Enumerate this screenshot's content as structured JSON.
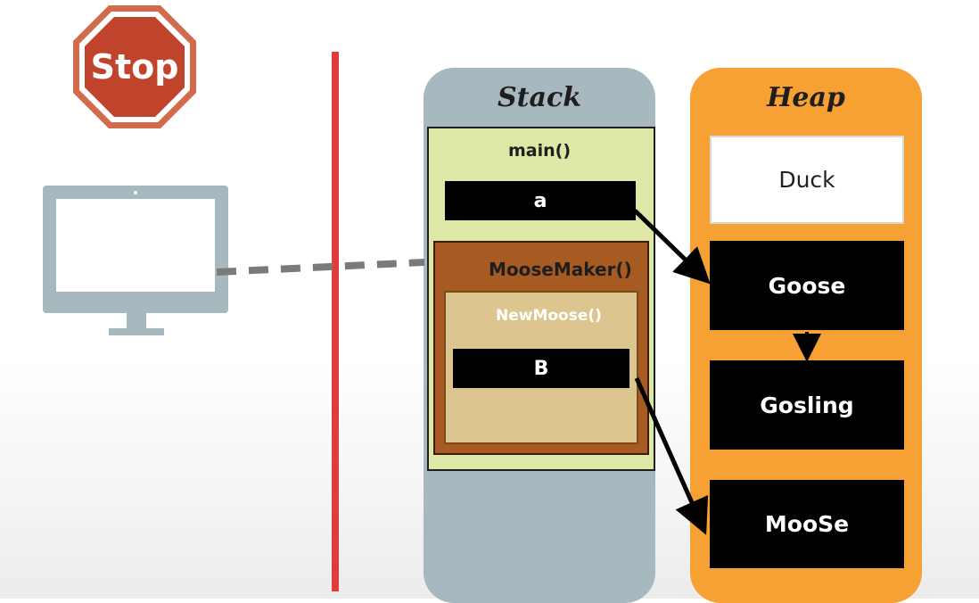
{
  "stop_sign": {
    "label": "Stop",
    "fill": "#c0432c",
    "ring": "#d26a4c",
    "border": "#ffffff"
  },
  "stack": {
    "title": "Stack",
    "color": "#a7b8be",
    "frames": {
      "main": {
        "label": "main()",
        "variable": "a"
      },
      "moose_maker": {
        "label": "MooseMaker()"
      },
      "new_moose": {
        "label": "NewMoose()",
        "variable": "B"
      }
    }
  },
  "heap": {
    "title": "Heap",
    "color": "#f7a033",
    "objects": {
      "duck": "Duck",
      "goose": "Goose",
      "gosling": "Gosling",
      "moose": "MooSe"
    }
  },
  "divider_color": "#e23b3b",
  "monitor_color": "#a7b8be"
}
